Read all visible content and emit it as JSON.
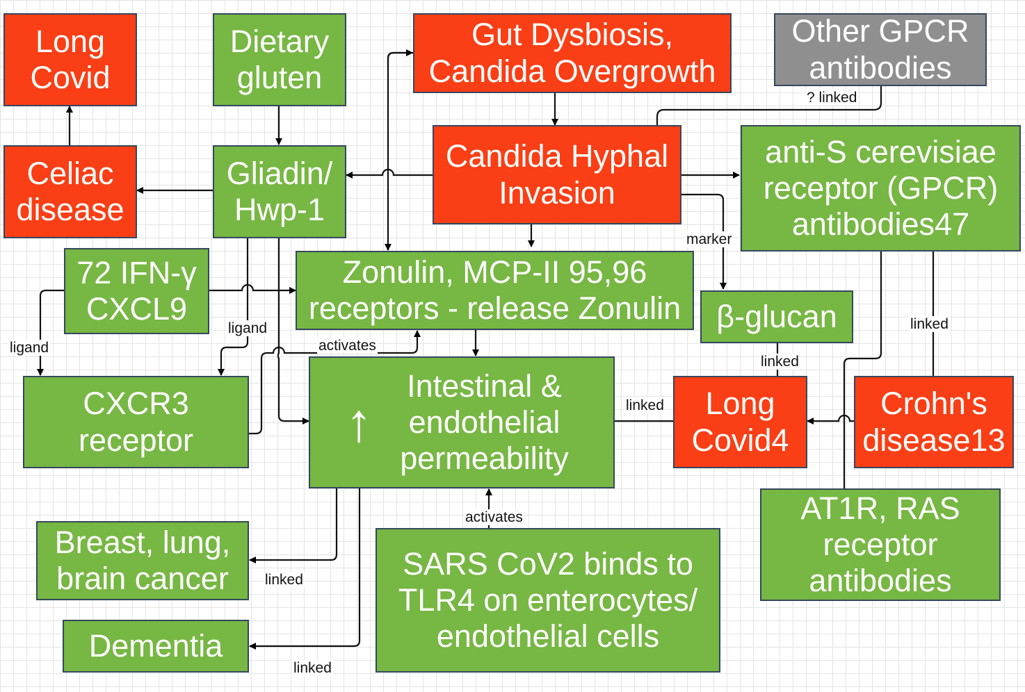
{
  "nodes": {
    "long_covid_top": "Long Covid",
    "dietary_gluten": "Dietary gluten",
    "gut_dysbiosis": "Gut Dysbiosis, Candida Overgrowth",
    "other_gpcr": "Other GPCR antibodies",
    "celiac": "Celiac disease",
    "gliadin": "Gliadin/ Hwp-1",
    "candida_hyphal": "Candida Hyphal Invasion",
    "anti_s": "anti-S cerevisiae receptor (GPCR) antibodies47",
    "ifn": "72 IFN-γ CXCL9",
    "zonulin": "Zonulin, MCP-II 95,96 receptors - release Zonulin",
    "beta_glucan": "β-glucan",
    "cxcr3": "CXCR3 receptor",
    "permeability": "Intestinal & endothelial permeability",
    "permeability_icon": "up-arrow-icon",
    "long_covid4": "Long Covid4",
    "crohns": "Crohn's disease13",
    "breast": "Breast, lung, brain cancer",
    "sars": "SARS CoV2 binds to TLR4 on enterocytes/ endothelial cells",
    "at1r": "AT1R, RAS receptor antibodies",
    "dementia": "Dementia"
  },
  "edge_labels": {
    "q_linked": "? linked",
    "marker": "marker",
    "ligand_left": "ligand",
    "ligand_mid": "ligand",
    "activates_top": "activates",
    "linked_bglucan": "linked",
    "linked_crohns": "linked",
    "linked_longcovid4": "linked",
    "linked_breast": "linked",
    "activates_sars": "activates",
    "linked_dementia": "linked"
  },
  "colors": {
    "green": "#77b743",
    "red": "#fa3e15",
    "gray": "#8f8f8f",
    "border": "#33475e"
  }
}
